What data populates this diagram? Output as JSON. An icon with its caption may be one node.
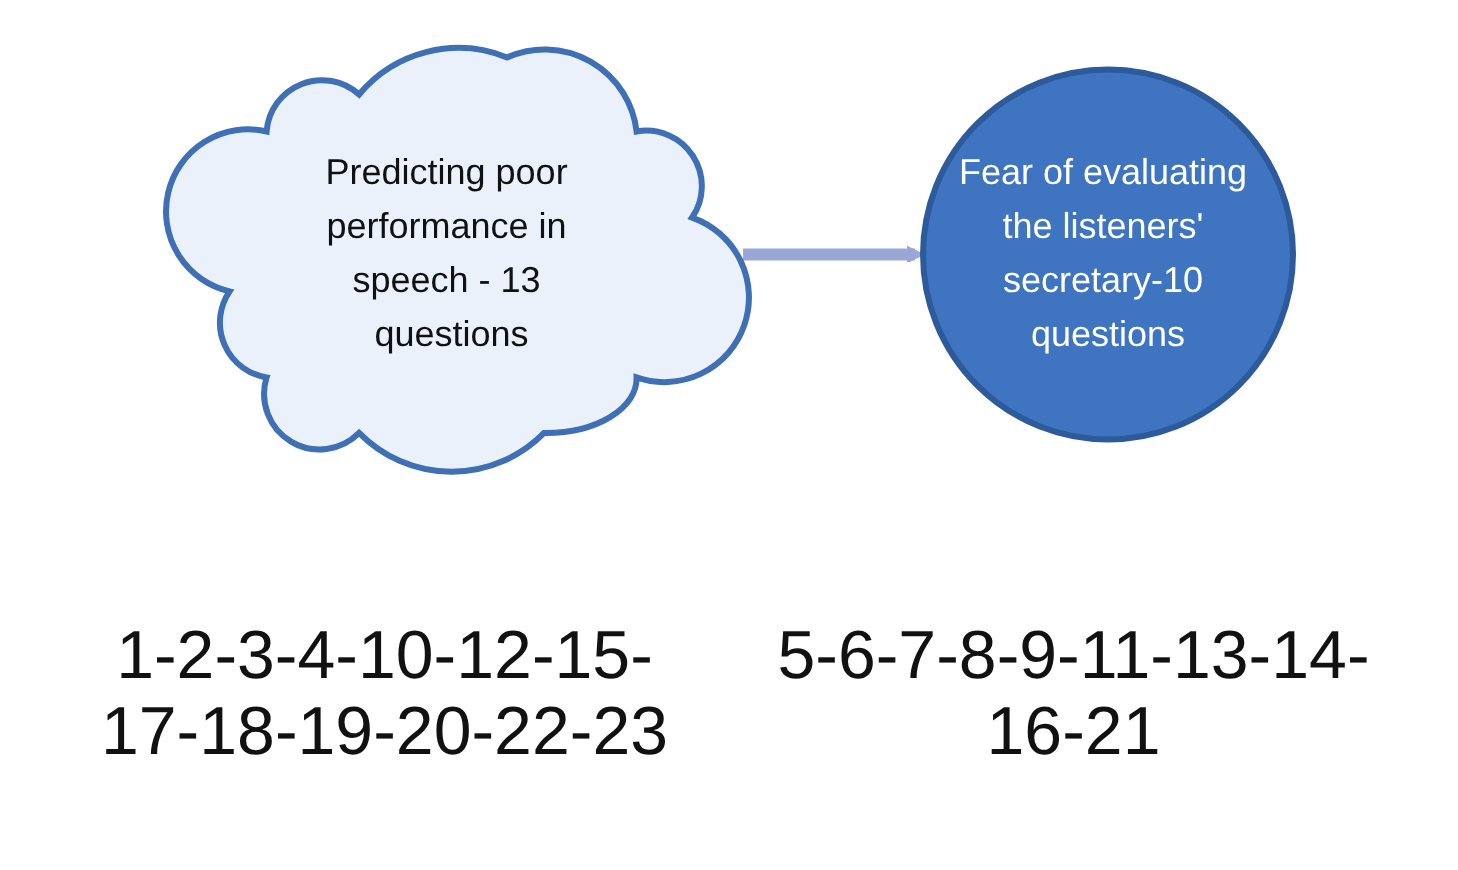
{
  "diagram": {
    "nodes": [
      {
        "text": [
          "Predicting poor performance in speech - 13 questions"
        ],
        "beside": [
          "1-2-3-4-10-12-15-17-18-19-20-22-23"
        ]
      },
      {
        "text": [
          "Fear of evaluating the listeners' secretary-10 questions"
        ],
        "beside": [
          "5-6-7-8-9-11-13-14-16-21"
        ]
      }
    ],
    "edges": [
      {
        "from": 0,
        "to": 1,
        "arrow": "to"
      }
    ]
  }
}
